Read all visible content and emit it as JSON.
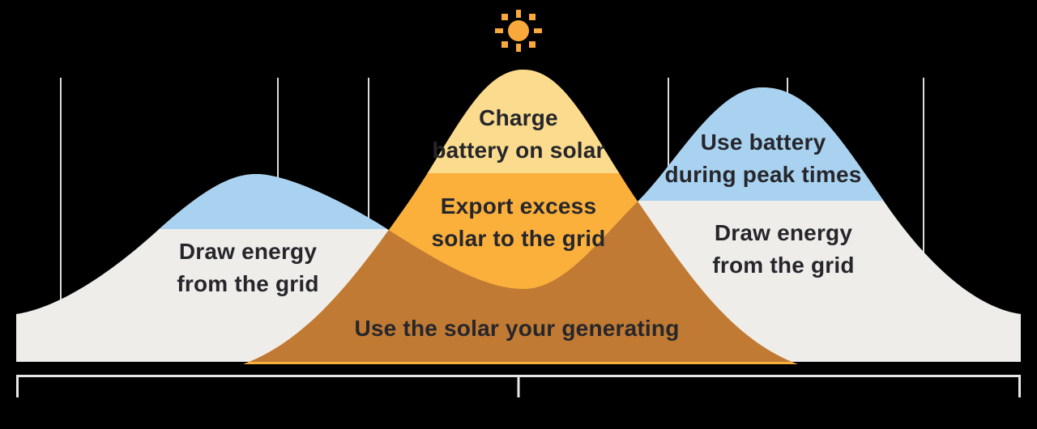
{
  "labels": {
    "morning_grid": {
      "line1": "Draw energy",
      "line2": "from the grid"
    },
    "charge_battery": {
      "line1": "Charge",
      "line2": "battery on solar"
    },
    "export_excess": {
      "line1": "Export excess",
      "line2": "solar to the grid"
    },
    "self_consume": {
      "line1": "Use the solar your generating"
    },
    "use_battery": {
      "line1": "Use battery",
      "line2": "during peak times"
    },
    "evening_grid": {
      "line1": "Draw energy",
      "line2": "from the grid"
    }
  },
  "icons": {
    "sun": "sun-icon"
  },
  "colors": {
    "background": "#000000",
    "demand_gray": "#efedea",
    "battery_blue": "#a9d2f1",
    "solar_yellow": "#fbdb8d",
    "solar_orange": "#fbb03c",
    "self_use_brown": "#c07a33",
    "axis": "#e9e7e4",
    "guide_line": "#dedcd9",
    "text": "#26262b",
    "sun": "#f9a93b"
  }
}
